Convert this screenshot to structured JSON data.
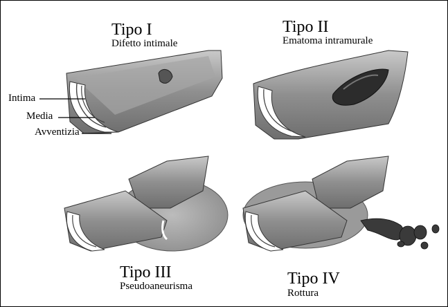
{
  "panels": [
    {
      "id": "tipo-1",
      "title": "Tipo I",
      "subtitle": "Difetto intimale"
    },
    {
      "id": "tipo-2",
      "title": "Tipo II",
      "subtitle": "Ematoma intramurale"
    },
    {
      "id": "tipo-3",
      "title": "Tipo III",
      "subtitle": "Pseudoaneurisma"
    },
    {
      "id": "tipo-4",
      "title": "Tipo IV",
      "subtitle": "Rottura"
    }
  ],
  "layers": {
    "intima": "Intima",
    "media": "Media",
    "avventizia": "Avventizia"
  },
  "colors": {
    "vessel_shade": "#9a9a9a",
    "vessel_dark": "#555555",
    "hematoma": "#3a3a3a",
    "pseudoaneurysm_sac": "#a8a8a8"
  }
}
